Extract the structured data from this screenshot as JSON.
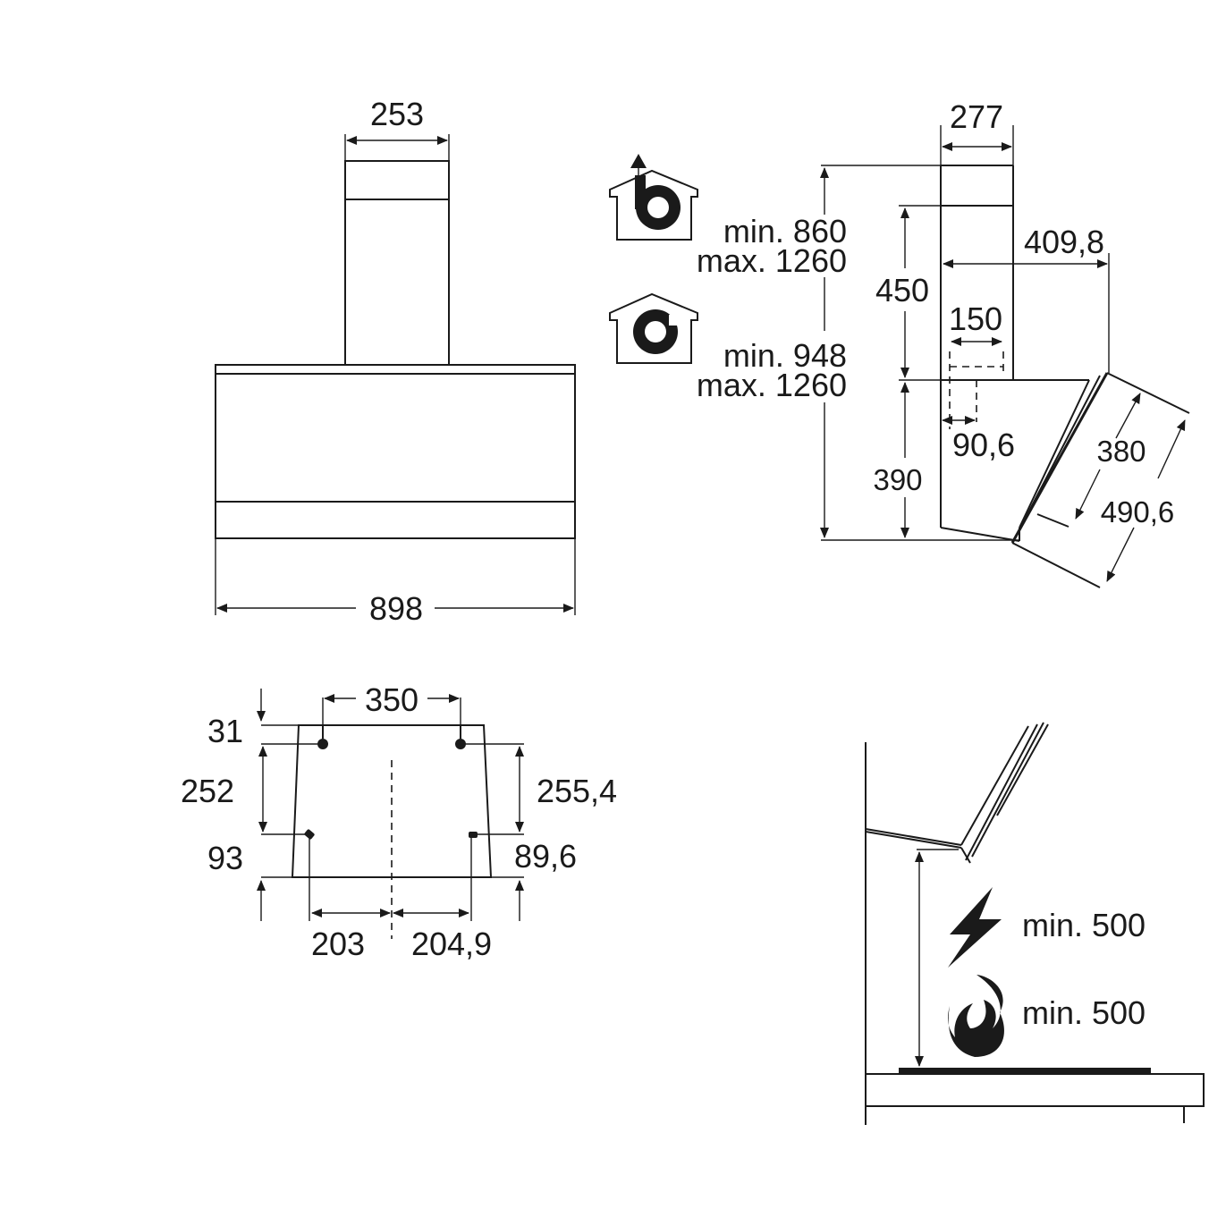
{
  "front_view": {
    "chimney_width": "253",
    "total_width": "898"
  },
  "side_view": {
    "chimney_depth": "277",
    "chimney_height_extraction_icon": "house-fan-up-icon",
    "extraction_min": "min. 860",
    "extraction_max": "max. 1260",
    "chimney_height_recirculation_icon": "house-fan-circulate-icon",
    "recirculation_min": "min. 948",
    "recirculation_max": "max. 1260",
    "depth": "409,8",
    "upper_height": "450",
    "outlet_width": "150",
    "outlet_offset": "90,6",
    "lower_height": "390",
    "panel_inner": "380",
    "panel_outer": "490,6"
  },
  "mounting_view": {
    "bracket_spacing": "350",
    "top_offset": "31",
    "left_vertical": "252",
    "right_vertical": "255,4",
    "left_bottom": "93",
    "right_bottom": "89,6",
    "left_horizontal": "203",
    "right_horizontal": "204,9"
  },
  "clearance_view": {
    "electric_icon": "lightning-icon",
    "electric_min": "min. 500",
    "gas_icon": "flame-icon",
    "gas_min": "min. 500"
  },
  "colors": {
    "line": "#1a1a1a",
    "background": "#ffffff"
  }
}
